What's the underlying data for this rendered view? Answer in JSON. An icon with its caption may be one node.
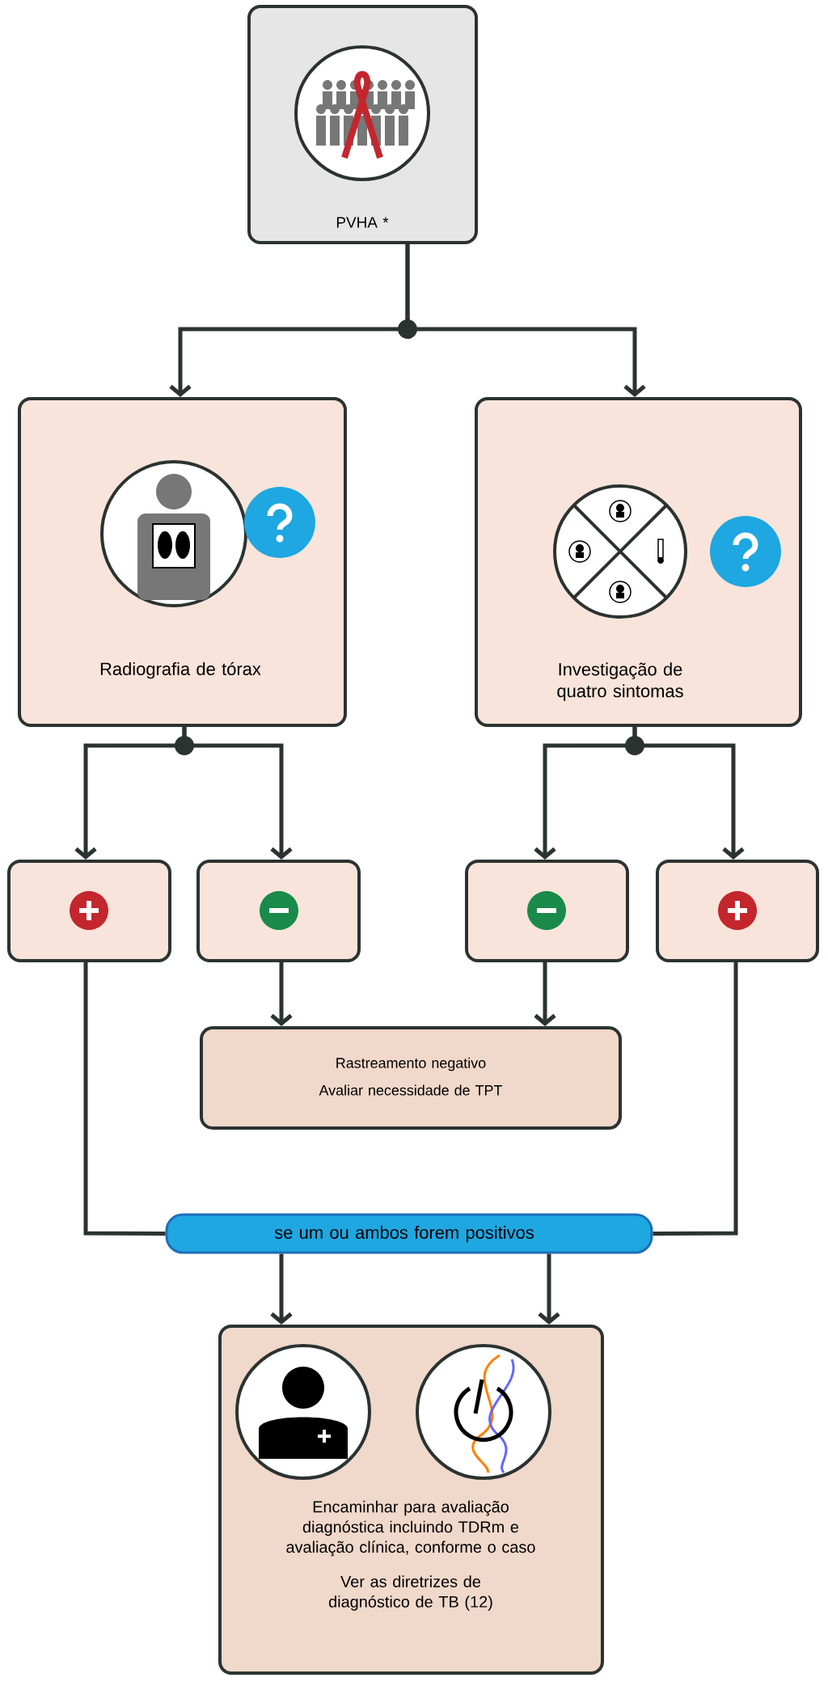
{
  "diagram": {
    "nodes": [
      {
        "text": [
          "PVHA *"
        ]
      },
      {
        "text": [
          "Radiografia de tórax"
        ]
      },
      {
        "text": [
          "Investigação de quatro sintomas"
        ]
      },
      {
        "text": [],
        "shape": "box"
      },
      {
        "text": [],
        "shape": "box"
      },
      {
        "text": [],
        "shape": "box"
      },
      {
        "text": [],
        "shape": "box"
      },
      {
        "text": [
          "Rastreamento negativo",
          "Avaliar necessidade de TPT"
        ]
      },
      {
        "text": [
          "se um ou ambos forem positivos"
        ]
      },
      {
        "text": [
          "Encaminhar para avaliação diagnóstica incluindo TDRm e avaliação clínica, conforme o caso",
          "Ver as diretrizes de diagnóstico de TB (12)"
        ]
      }
    ],
    "edges": [
      {
        "from": 0,
        "to": 1,
        "arrow": "to"
      },
      {
        "from": 0,
        "to": 2,
        "arrow": "to"
      },
      {
        "from": 1,
        "to": 3,
        "arrow": "to"
      },
      {
        "from": 1,
        "to": 4,
        "arrow": "to"
      },
      {
        "from": 2,
        "to": 5,
        "arrow": "to"
      },
      {
        "from": 2,
        "to": 6,
        "arrow": "to"
      },
      {
        "from": 4,
        "to": 7,
        "arrow": "to"
      },
      {
        "from": 5,
        "to": 7,
        "arrow": "to"
      },
      {
        "from": 3,
        "to": 8,
        "arrow": "none"
      },
      {
        "from": 6,
        "to": 8,
        "arrow": "none"
      },
      {
        "from": 8,
        "to": 9,
        "arrow": "to"
      },
      {
        "from": 8,
        "to": 9,
        "arrow": "to"
      }
    ]
  }
}
